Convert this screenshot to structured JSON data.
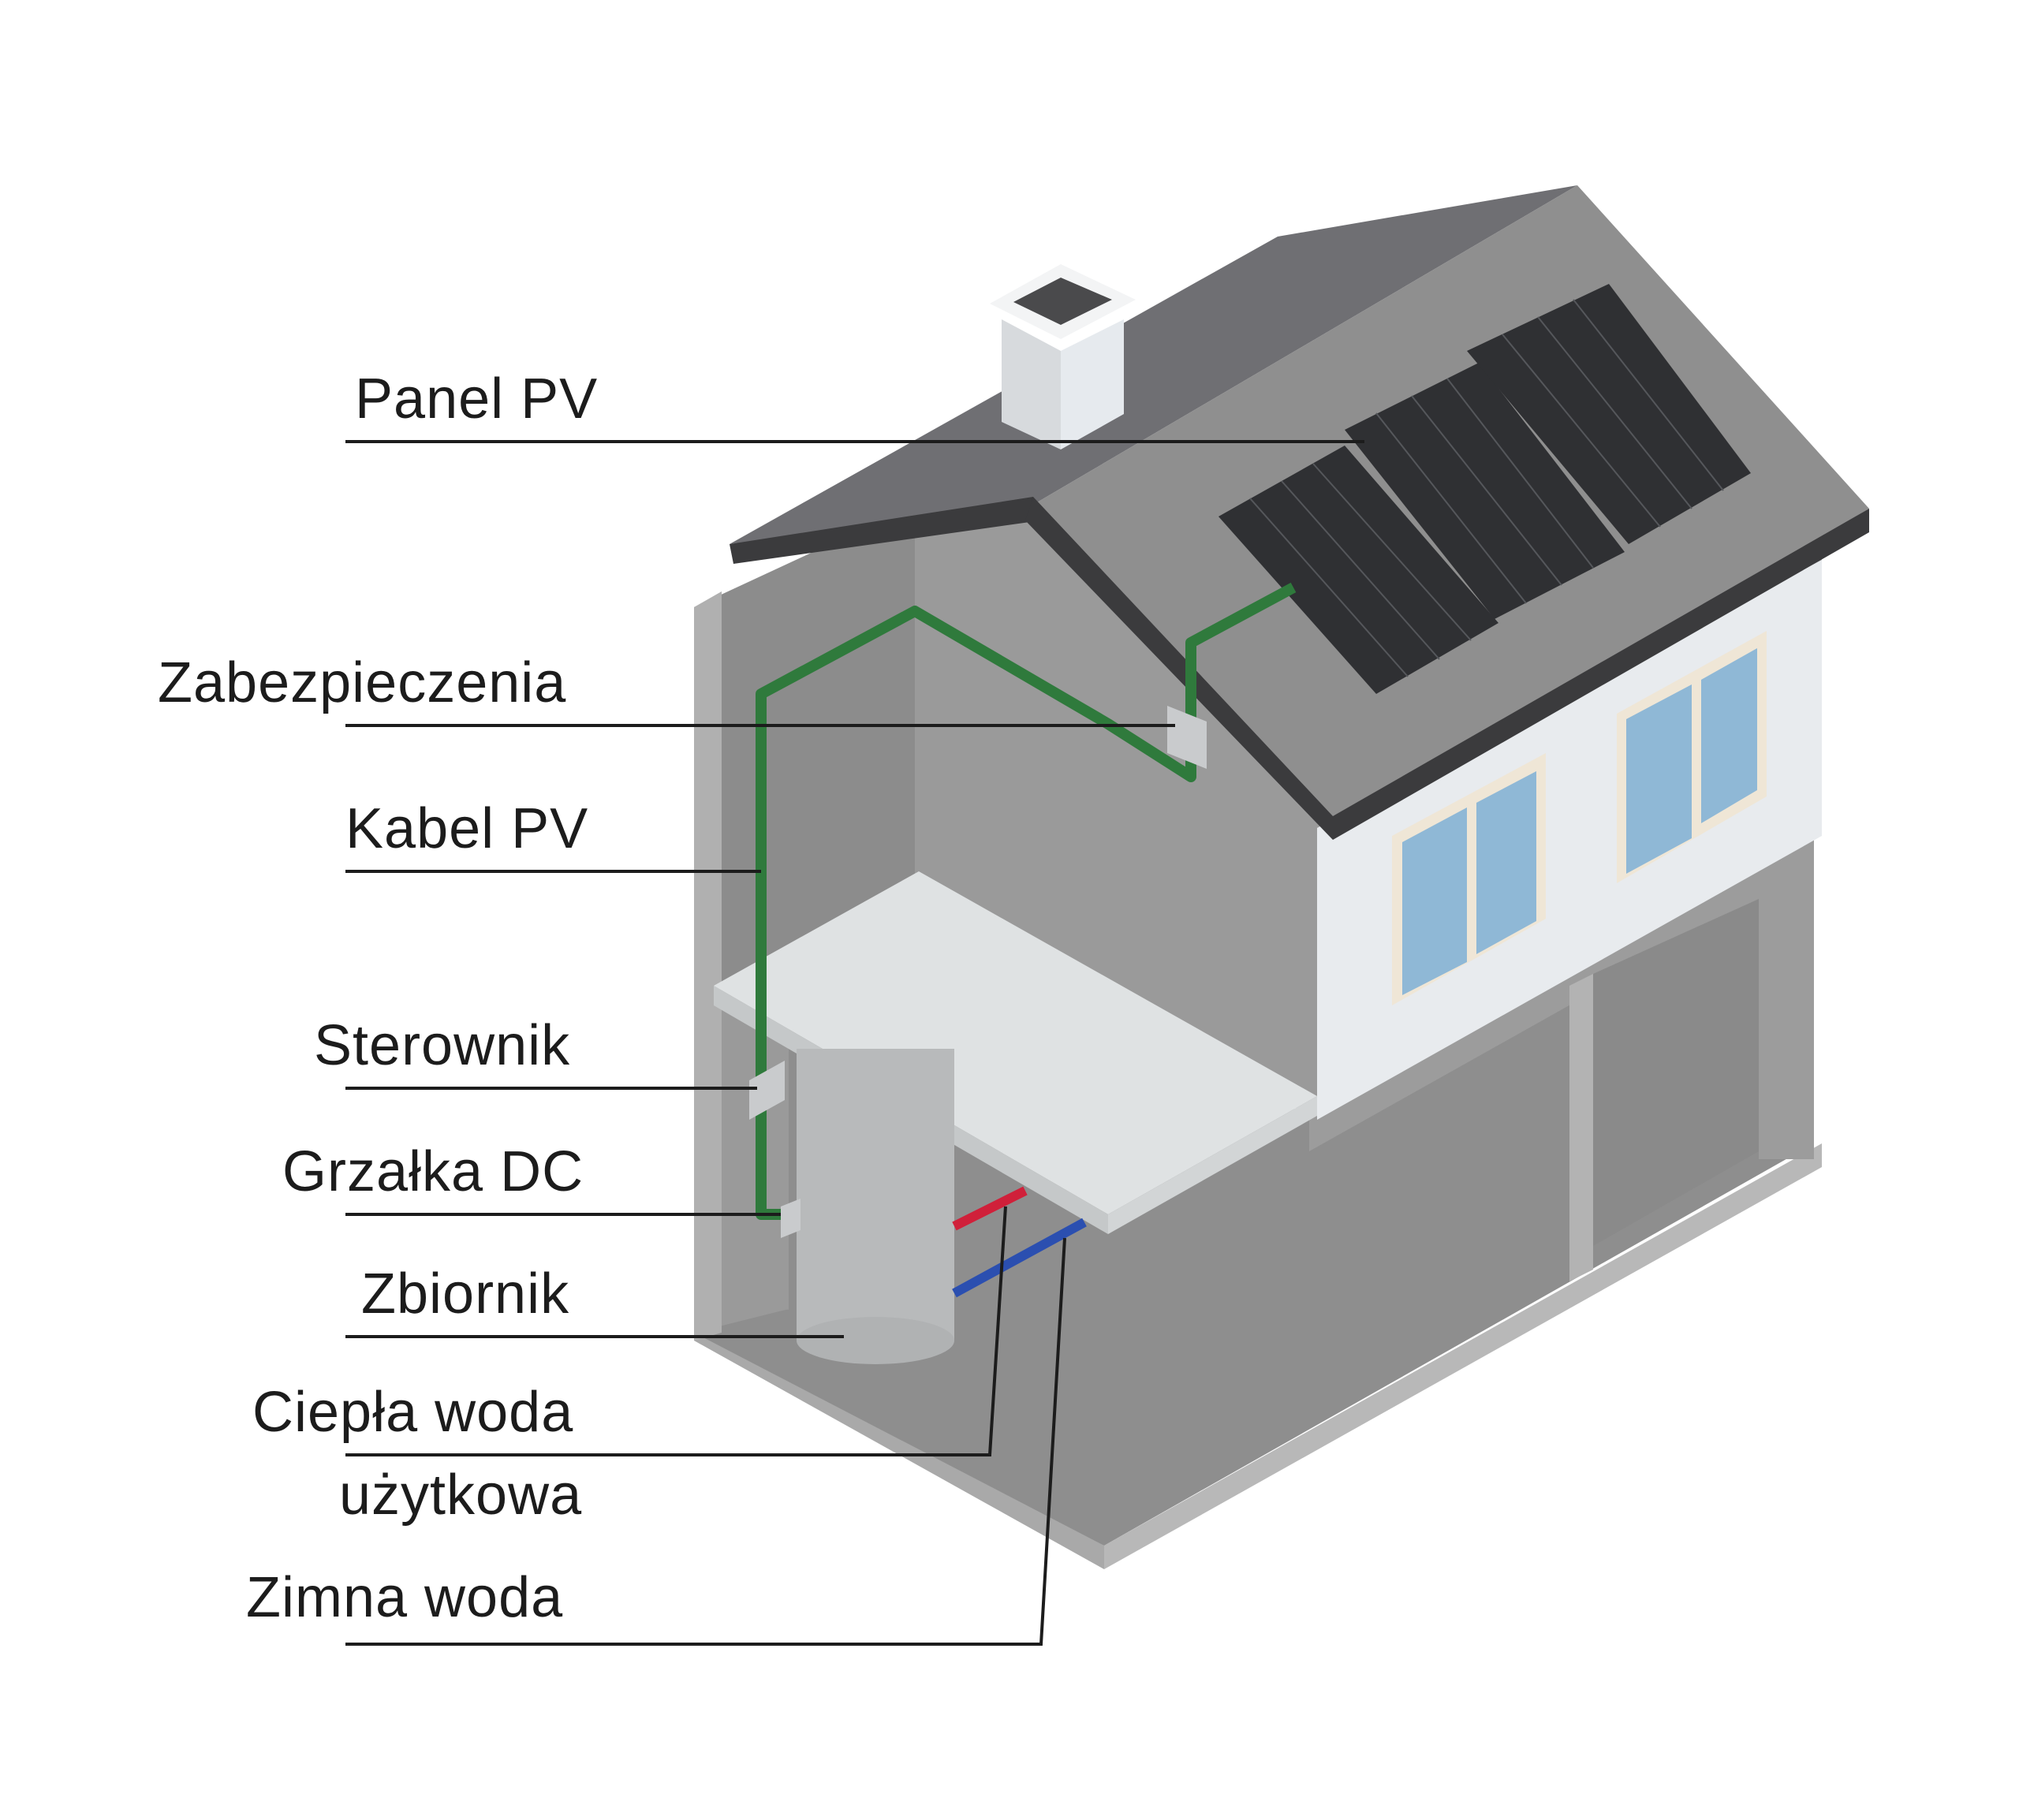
{
  "labels": {
    "panel_pv": "Panel PV",
    "zabezpieczenia": "Zabezpieczenia",
    "kabel_pv": "Kabel PV",
    "sterownik": "Sterownik",
    "grzalka_dc": "Grzałka DC",
    "zbiornik": "Zbiornik",
    "ciepla_woda_line1": "Ciepła woda",
    "ciepla_woda_line2": "użytkowa",
    "zimna_woda": "Zimna woda"
  },
  "colors": {
    "roof": "#6f6f73",
    "wall_inner": "#8f8f8f",
    "wall_outer": "#e8ebee",
    "floor_slab": "#dfe2e3",
    "solar_panel": "#2f3033",
    "pv_cable": "#2f7a3c",
    "hot_pipe": "#d0203a",
    "cold_pipe": "#2b4fb0",
    "window_glass": "#8fb8d6",
    "window_frame": "#efe6d6"
  }
}
